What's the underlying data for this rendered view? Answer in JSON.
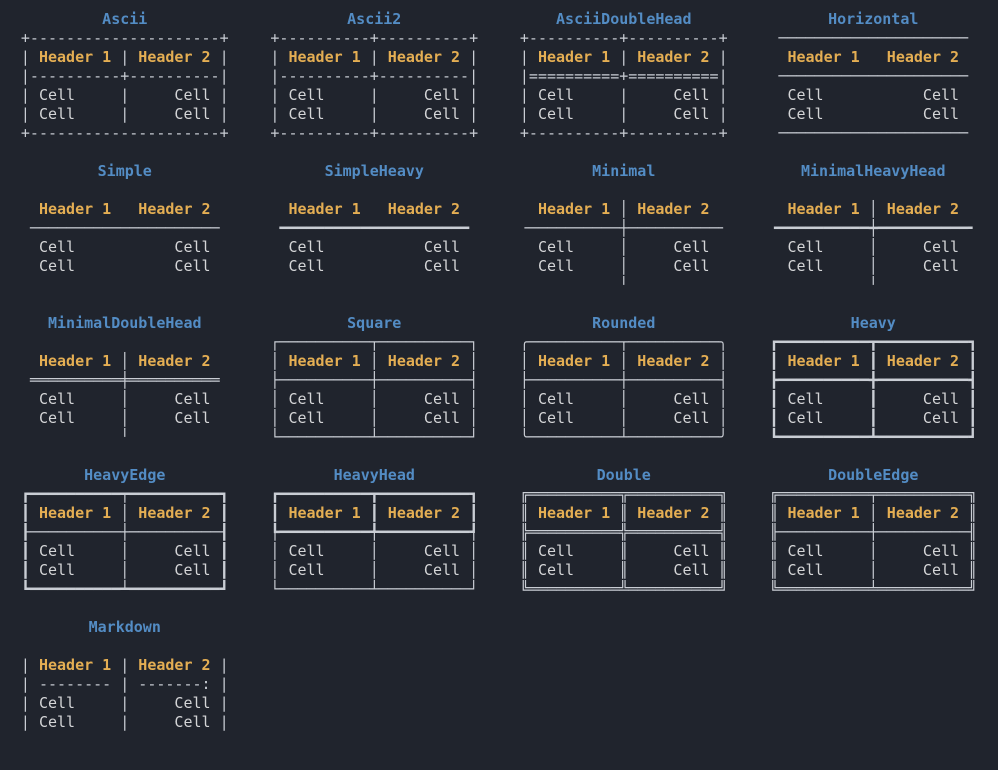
{
  "terminal": {
    "description": "rich box styles demo output",
    "colors": {
      "background": "#20242d",
      "title": "#538cc4",
      "header": "#e4ae53",
      "cell": "#d4d5d7",
      "border": "#c9cdd4"
    },
    "tokens": {
      "headers": [
        "Header 1",
        "Header 2"
      ],
      "cell": "Cell"
    }
  },
  "tables": [
    {
      "title": "Ascii",
      "lines": [
        "+---------------------+",
        "| Header 1 | Header 2 |",
        "|----------+----------|",
        "| Cell     |     Cell |",
        "| Cell     |     Cell |",
        "+---------------------+"
      ]
    },
    {
      "title": "Ascii2",
      "lines": [
        "+----------+----------+",
        "| Header 1 | Header 2 |",
        "|----------+----------|",
        "| Cell     |     Cell |",
        "| Cell     |     Cell |",
        "+----------+----------+"
      ]
    },
    {
      "title": "AsciiDoubleHead",
      "lines": [
        "+----------+----------+",
        "| Header 1 | Header 2 |",
        "|==========+==========|",
        "| Cell     |     Cell |",
        "| Cell     |     Cell |",
        "+----------+----------+"
      ]
    },
    {
      "title": "Horizontal",
      "lines": [
        " ───────────────────── ",
        "  Header 1   Header 2  ",
        " ───────────────────── ",
        "  Cell           Cell  ",
        "  Cell           Cell  ",
        " ───────────────────── "
      ]
    },
    {
      "title": "Simple",
      "lines": [
        "",
        "  Header 1   Header 2  ",
        " ───────────────────── ",
        "  Cell           Cell  ",
        "  Cell           Cell  ",
        ""
      ]
    },
    {
      "title": "SimpleHeavy",
      "lines": [
        "",
        "  Header 1   Header 2  ",
        " ━━━━━━━━━━━━━━━━━━━━━ ",
        "  Cell           Cell  ",
        "  Cell           Cell  ",
        ""
      ]
    },
    {
      "title": "Minimal",
      "lines": [
        "",
        "  Header 1 │ Header 2  ",
        "╶──────────┼──────────╴",
        "  Cell     │     Cell  ",
        "  Cell     │     Cell  ",
        "           ╵           "
      ]
    },
    {
      "title": "MinimalHeavyHead",
      "lines": [
        "",
        "  Header 1 │ Header 2  ",
        "╺━━━━━━━━━━┿━━━━━━━━━━╸",
        "  Cell     │     Cell  ",
        "  Cell     │     Cell  ",
        "           ╵           "
      ]
    },
    {
      "title": "MinimalDoubleHead",
      "lines": [
        "",
        "  Header 1 │ Header 2  ",
        " ══════════╪══════════ ",
        "  Cell     │     Cell  ",
        "  Cell     │     Cell  ",
        "           ╵           "
      ]
    },
    {
      "title": "Square",
      "lines": [
        "┌──────────┬──────────┐",
        "│ Header 1 │ Header 2 │",
        "├──────────┼──────────┤",
        "│ Cell     │     Cell │",
        "│ Cell     │     Cell │",
        "└──────────┴──────────┘"
      ]
    },
    {
      "title": "Rounded",
      "lines": [
        "╭──────────┬──────────╮",
        "│ Header 1 │ Header 2 │",
        "├──────────┼──────────┤",
        "│ Cell     │     Cell │",
        "│ Cell     │     Cell │",
        "╰──────────┴──────────╯"
      ]
    },
    {
      "title": "Heavy",
      "lines": [
        "┏━━━━━━━━━━┳━━━━━━━━━━┓",
        "┃ Header 1 ┃ Header 2 ┃",
        "┣━━━━━━━━━━╋━━━━━━━━━━┫",
        "┃ Cell     ┃     Cell ┃",
        "┃ Cell     ┃     Cell ┃",
        "┗━━━━━━━━━━┻━━━━━━━━━━┛"
      ]
    },
    {
      "title": "HeavyEdge",
      "lines": [
        "┏━━━━━━━━━━┯━━━━━━━━━━┓",
        "┃ Header 1 │ Header 2 ┃",
        "┠──────────┼──────────┨",
        "┃ Cell     │     Cell ┃",
        "┃ Cell     │     Cell ┃",
        "┗━━━━━━━━━━┷━━━━━━━━━━┛"
      ]
    },
    {
      "title": "HeavyHead",
      "lines": [
        "┏━━━━━━━━━━┳━━━━━━━━━━┓",
        "┃ Header 1 ┃ Header 2 ┃",
        "┡━━━━━━━━━━╇━━━━━━━━━━┩",
        "│ Cell     │     Cell │",
        "│ Cell     │     Cell │",
        "└──────────┴──────────┘"
      ]
    },
    {
      "title": "Double",
      "lines": [
        "╔══════════╦══════════╗",
        "║ Header 1 ║ Header 2 ║",
        "╠══════════╬══════════╣",
        "║ Cell     ║     Cell ║",
        "║ Cell     ║     Cell ║",
        "╚══════════╩══════════╝"
      ]
    },
    {
      "title": "DoubleEdge",
      "lines": [
        "╔══════════╤══════════╗",
        "║ Header 1 │ Header 2 ║",
        "╟──────────┼──────────╢",
        "║ Cell     │     Cell ║",
        "║ Cell     │     Cell ║",
        "╚══════════╧══════════╝"
      ]
    },
    {
      "title": "Markdown",
      "lines": [
        "",
        "| Header 1 | Header 2 |",
        "| -------- | -------: |",
        "| Cell     |     Cell |",
        "| Cell     |     Cell |",
        ""
      ]
    }
  ]
}
